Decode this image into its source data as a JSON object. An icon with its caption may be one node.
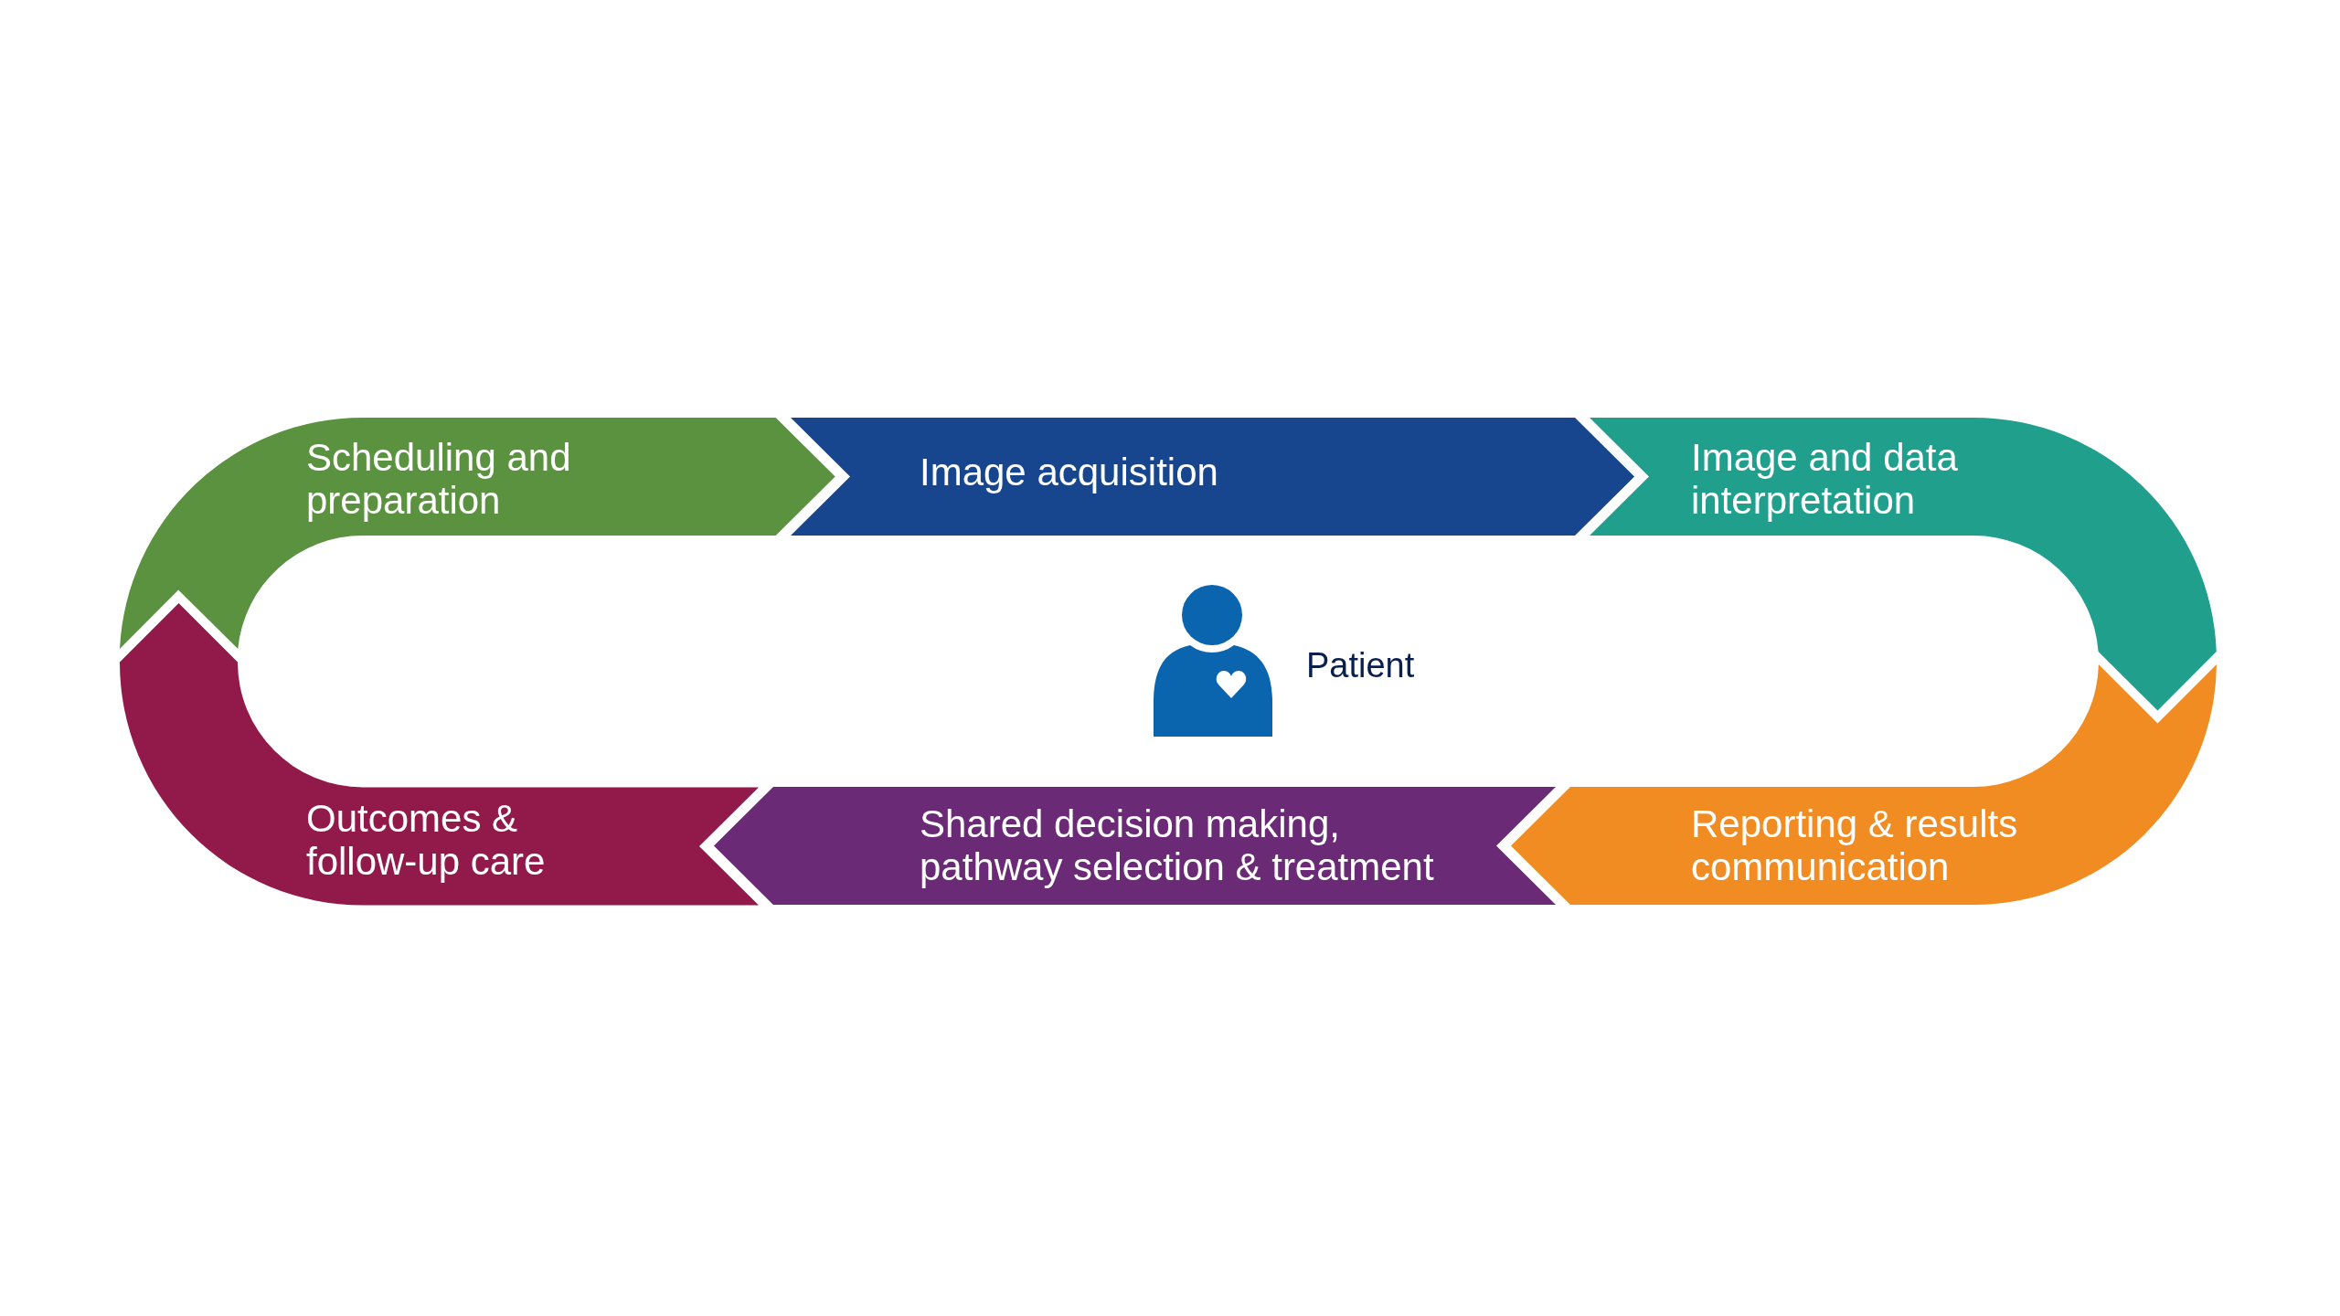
{
  "diagram": {
    "nodes": [
      {
        "text": [
          "Scheduling and preparation"
        ]
      },
      {
        "text": [
          "Image acquisition"
        ]
      },
      {
        "text": [
          "Image and data interpretation"
        ]
      },
      {
        "text": [
          "Reporting & results communication"
        ]
      },
      {
        "text": [
          "Shared decision making, pathway selection & treatment"
        ]
      },
      {
        "text": [
          "Outcomes & follow-up care"
        ]
      }
    ],
    "labels": [
      "Patient"
    ]
  }
}
